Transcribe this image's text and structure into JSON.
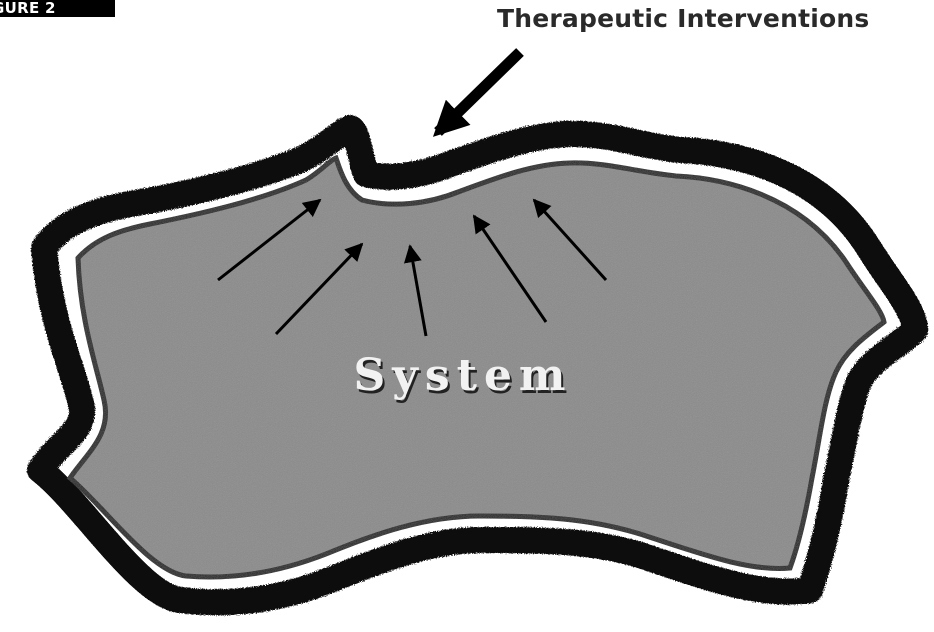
{
  "figure": {
    "label": "GURE 2",
    "intervention_text": "Therapeutic Interventions",
    "system_text": "System"
  },
  "colors": {
    "system_fill": "#8a8a8a",
    "boundary_dark": "#111111",
    "boundary_light": "#ffffff",
    "arrow": "#000000",
    "label_bg": "#000000"
  }
}
